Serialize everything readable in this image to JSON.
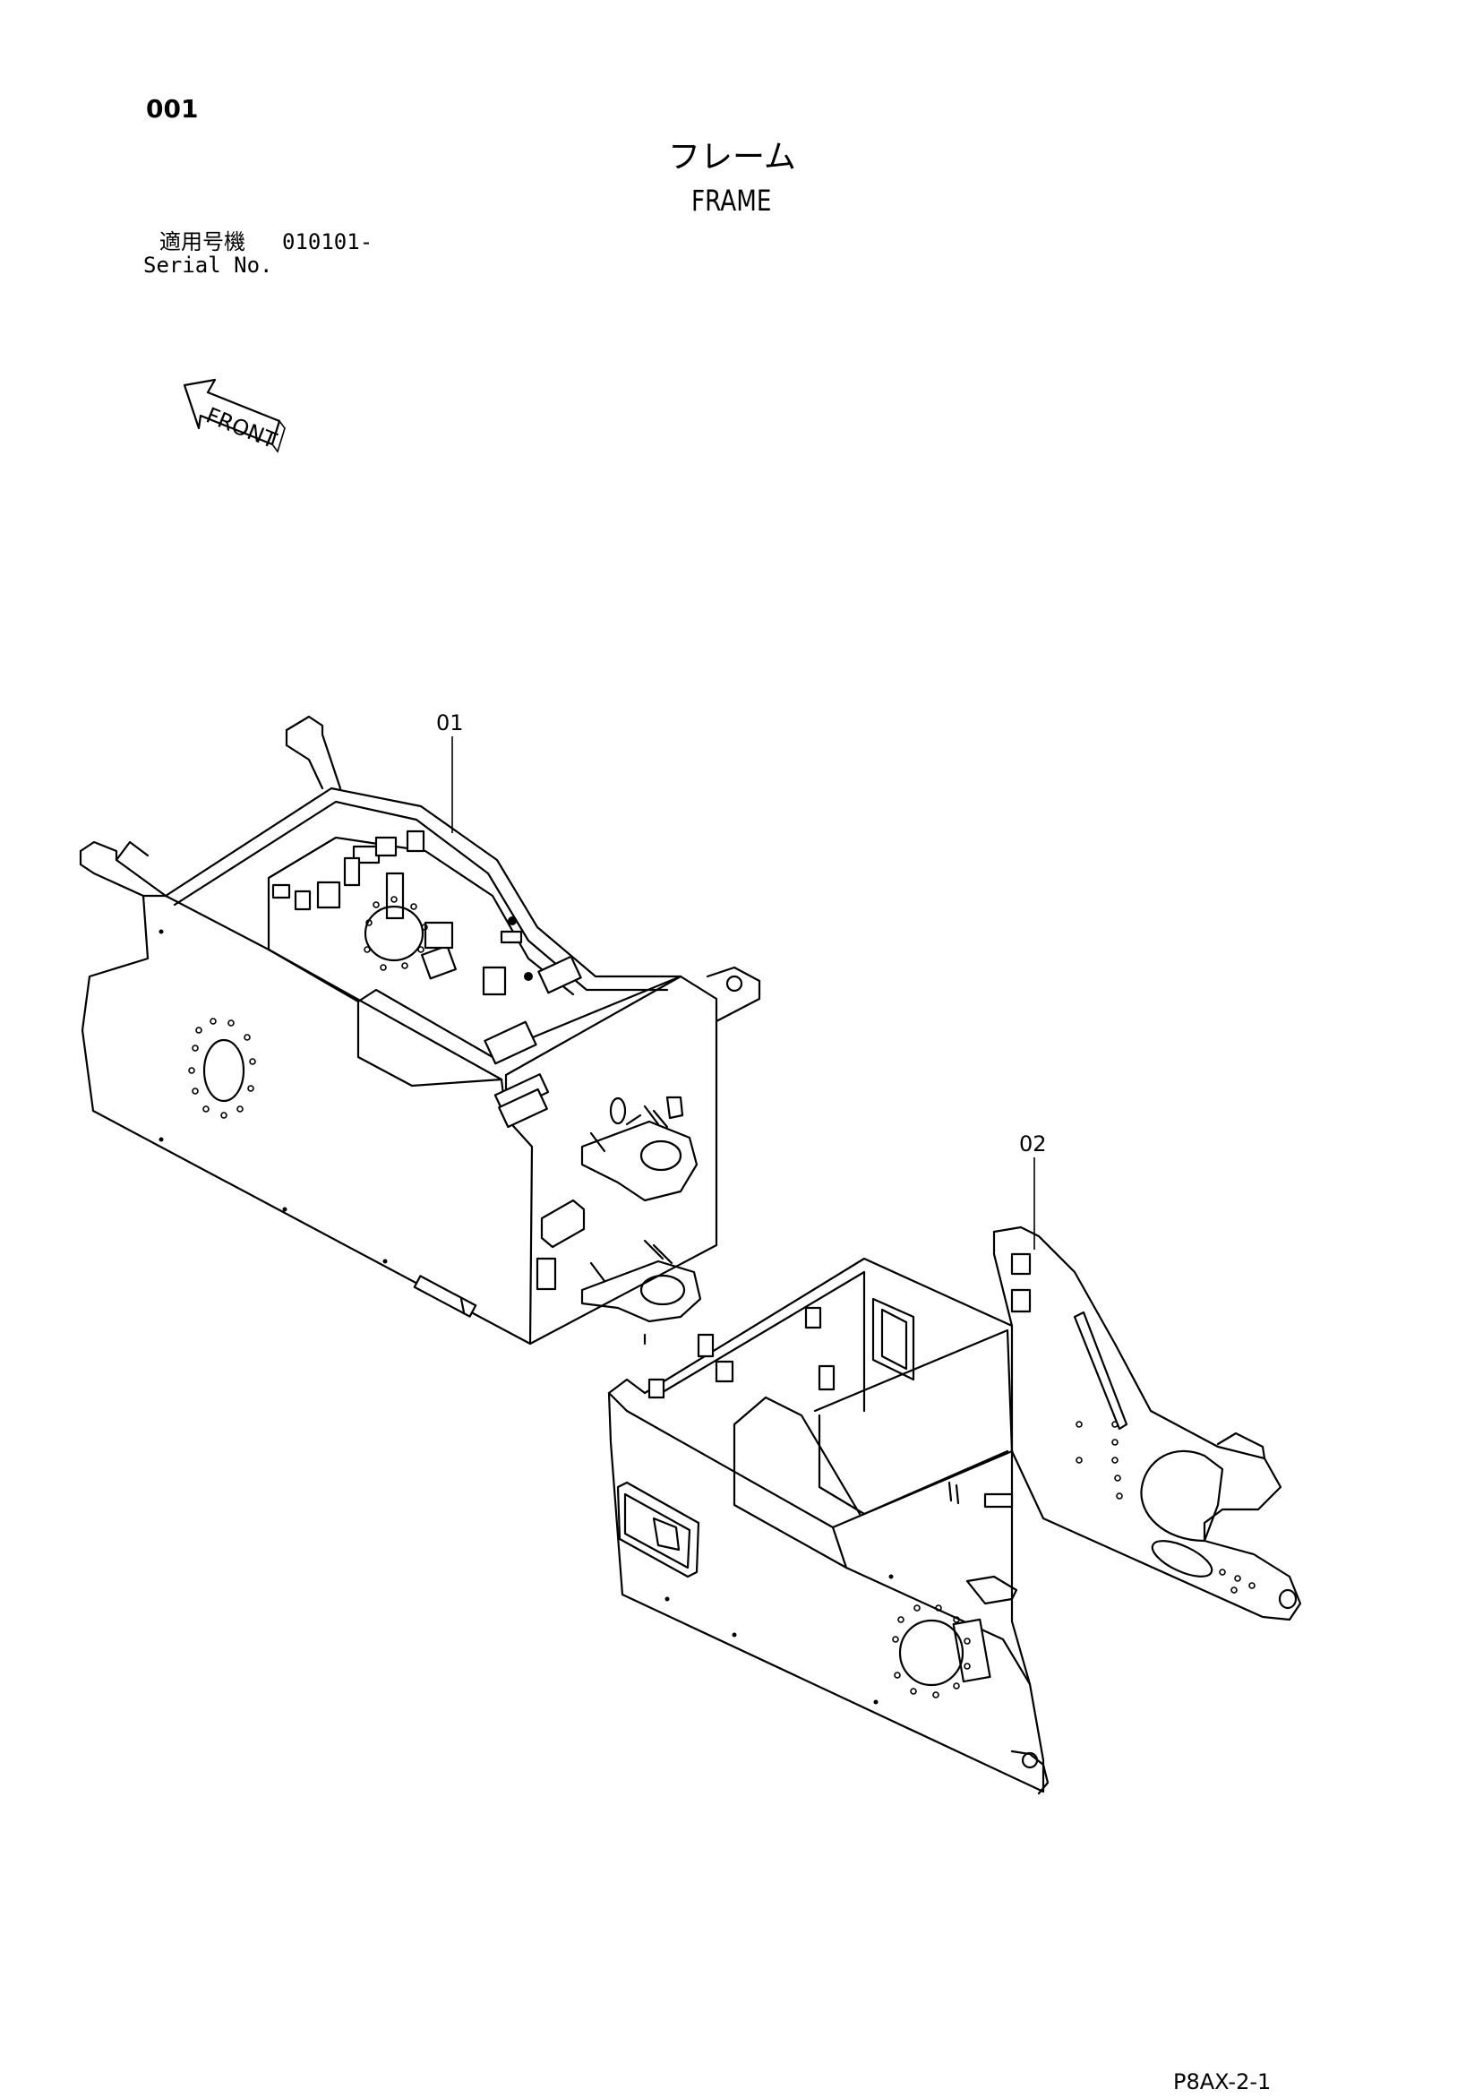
{
  "page_number": "001",
  "title_ja": "フレーム",
  "title_en": "FRAME",
  "applicable_ja": "適用号機",
  "serial_range": "010101-",
  "serial_label": "Serial No.",
  "front_label": "FRONT",
  "callouts": [
    {
      "id": "01"
    },
    {
      "id": "02"
    }
  ],
  "doc_code": "P8AX-2-1"
}
